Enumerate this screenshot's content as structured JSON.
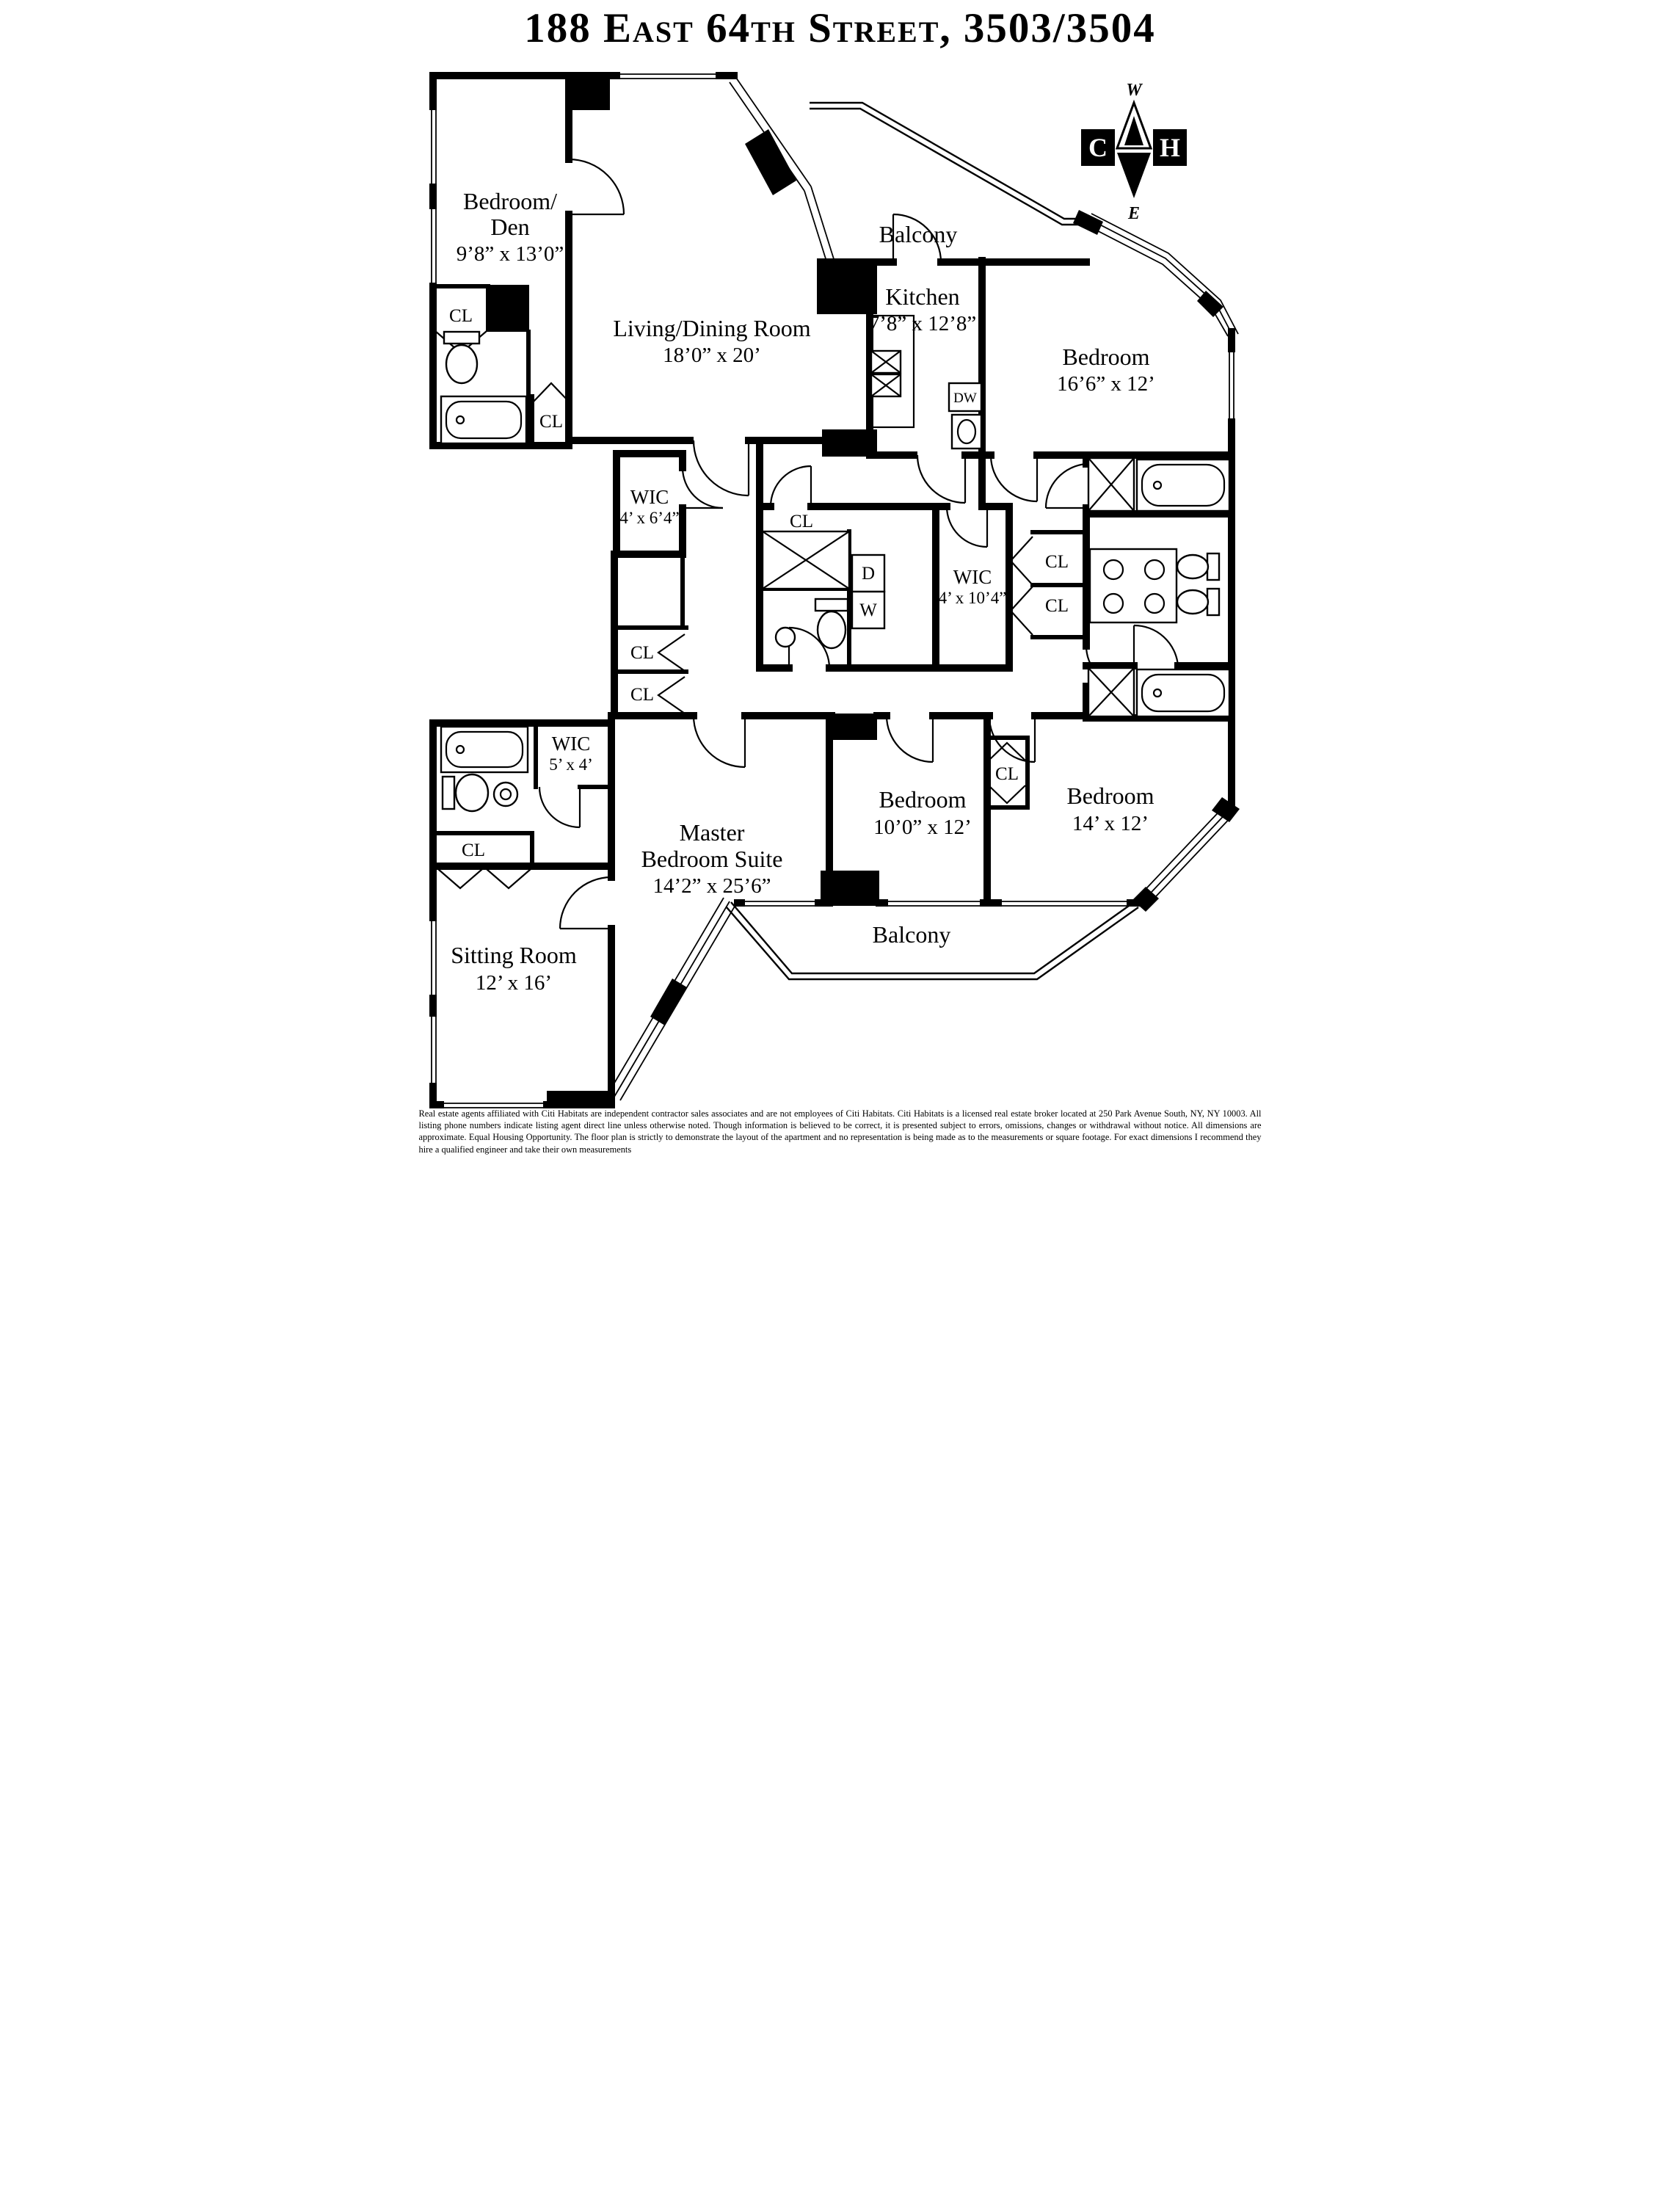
{
  "title": "188 East 64th Street, 3503/3504",
  "compass": {
    "north_label": "W",
    "south_label": "E",
    "logo_left": "C",
    "logo_right": "H"
  },
  "rooms": {
    "bedroom_den": {
      "line1": "Bedroom/",
      "line2": "Den",
      "dims": "9’8” x 13’0”"
    },
    "living_dining": {
      "name": "Living/Dining Room",
      "dims": "18’0” x 20’"
    },
    "balcony_top": {
      "name": "Balcony"
    },
    "kitchen": {
      "name": "Kitchen",
      "dims": "7’8” x 12’8”"
    },
    "bedroom_ne": {
      "name": "Bedroom",
      "dims": "16’6” x 12’"
    },
    "wic_hall": {
      "name": "WIC",
      "dims": "4’ x 6’4”"
    },
    "wic_master": {
      "name": "WIC",
      "dims": "4’ x 10’4”"
    },
    "wic_small": {
      "name": "WIC",
      "dims": "5’ x 4’"
    },
    "master_suite": {
      "line1": "Master",
      "line2": "Bedroom Suite",
      "dims": "14’2” x 25’6”"
    },
    "bedroom_south": {
      "name": "Bedroom",
      "dims": "10’0” x 12’"
    },
    "bedroom_se": {
      "name": "Bedroom",
      "dims": "14’ x 12’"
    },
    "sitting_room": {
      "name": "Sitting Room",
      "dims": "12’ x 16’"
    },
    "balcony_bottom": {
      "name": "Balcony"
    }
  },
  "labels": {
    "closet": "CL",
    "dryer": "D",
    "washer": "W",
    "dishwasher": "DW"
  },
  "disclaimer": "Real estate agents affiliated with Citi Habitats are independent contractor sales associates and are not employees of Citi Habitats. Citi Habitats is a licensed real estate broker located at 250 Park Avenue South, NY, NY 10003. All listing phone numbers indicate listing agent direct line unless otherwise noted. Though information is believed to be correct, it is presented subject to errors, omissions, changes or withdrawal without notice.  All dimensions are approximate. Equal Housing Opportunity. The floor plan is strictly to demonstrate the layout of the apartment and no representation is being made as to the measurements or square footage. For exact dimensions I recommend they hire a qualified engineer and take their own measurements"
}
